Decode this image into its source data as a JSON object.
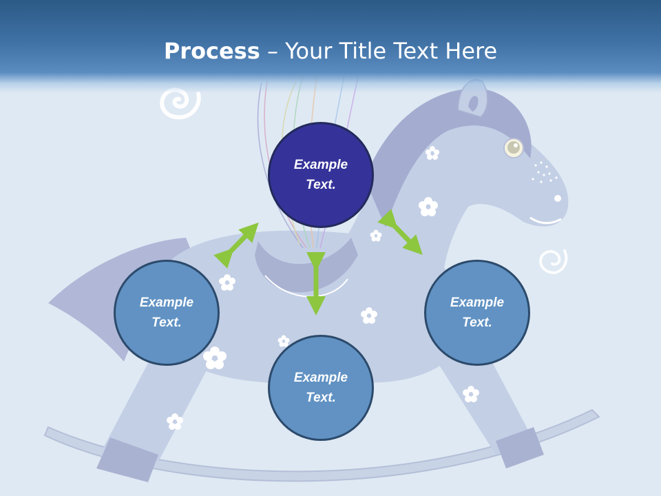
{
  "slide": {
    "title_bold": "Process",
    "title_rest": " – Your Title Text Here"
  },
  "nodes": {
    "top": "Example Text.",
    "left": "Example Text.",
    "right": "Example Text.",
    "bottom": "Example Text."
  },
  "colors": {
    "background": "#dfe9f3",
    "title_bar": "#3f71a5",
    "center_node": "#353399",
    "outer_node": "#6192c3",
    "arrow": "#8dc63f",
    "horse": "#c3cfe5"
  },
  "icons": [
    "rocking-horse-illustration",
    "swirl-icon",
    "flower-icon",
    "double-arrow-icon"
  ]
}
